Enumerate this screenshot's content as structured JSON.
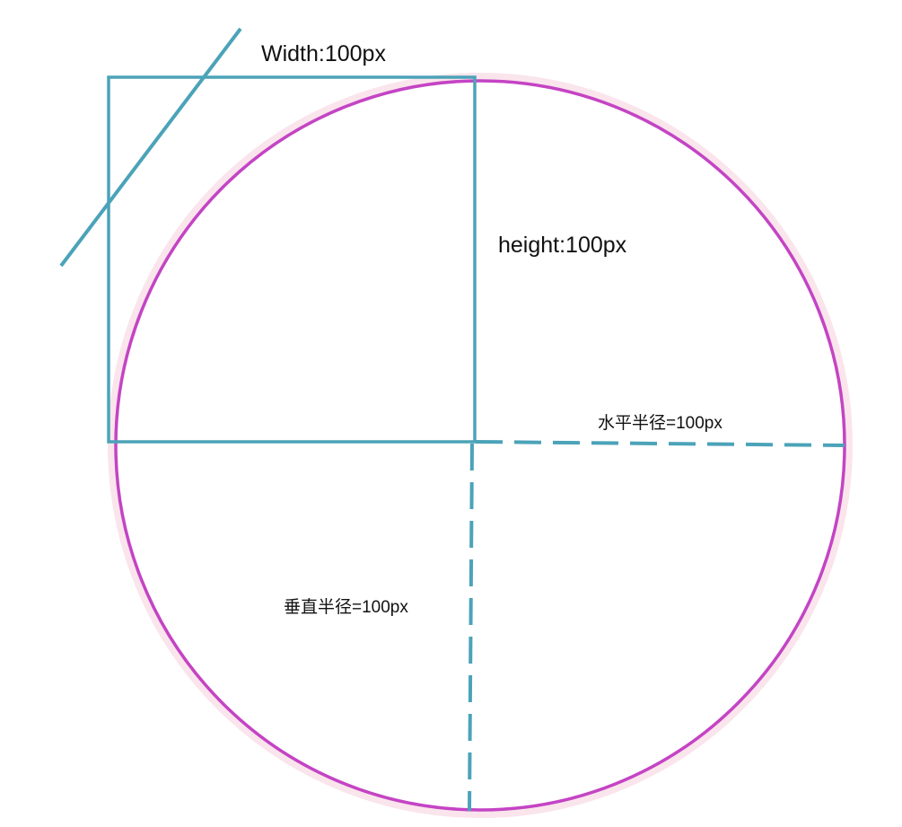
{
  "labels": {
    "width": "Width:100px",
    "height": "height:100px",
    "horizontal_radius": "水平半径=100px",
    "vertical_radius": "垂直半径=100px"
  },
  "colors": {
    "box": "#4BA3B8",
    "circle": "#C444C4",
    "circle_glow": "#F6D4E0",
    "text": "#111111"
  }
}
